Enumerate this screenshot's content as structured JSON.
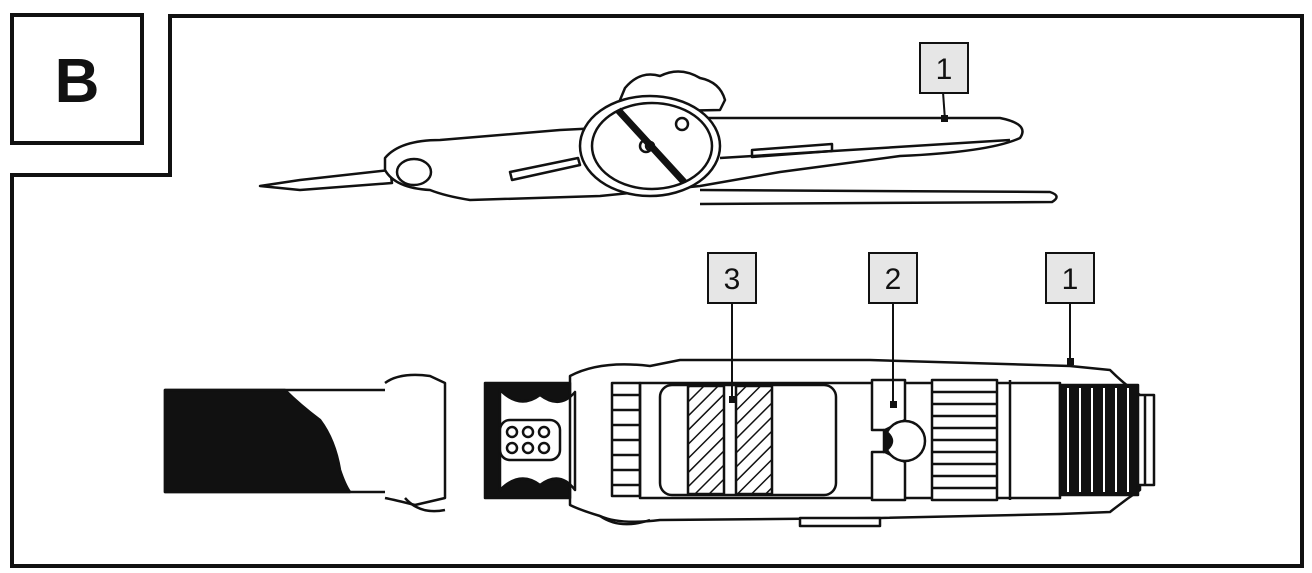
{
  "panel": {
    "letter": "B"
  },
  "callouts": {
    "top_1": "1",
    "bottom_3": "3",
    "bottom_2": "2",
    "bottom_1": "1"
  },
  "colors": {
    "ink": "#111111",
    "label_fill": "#e6e6e6",
    "paper": "#ffffff"
  }
}
